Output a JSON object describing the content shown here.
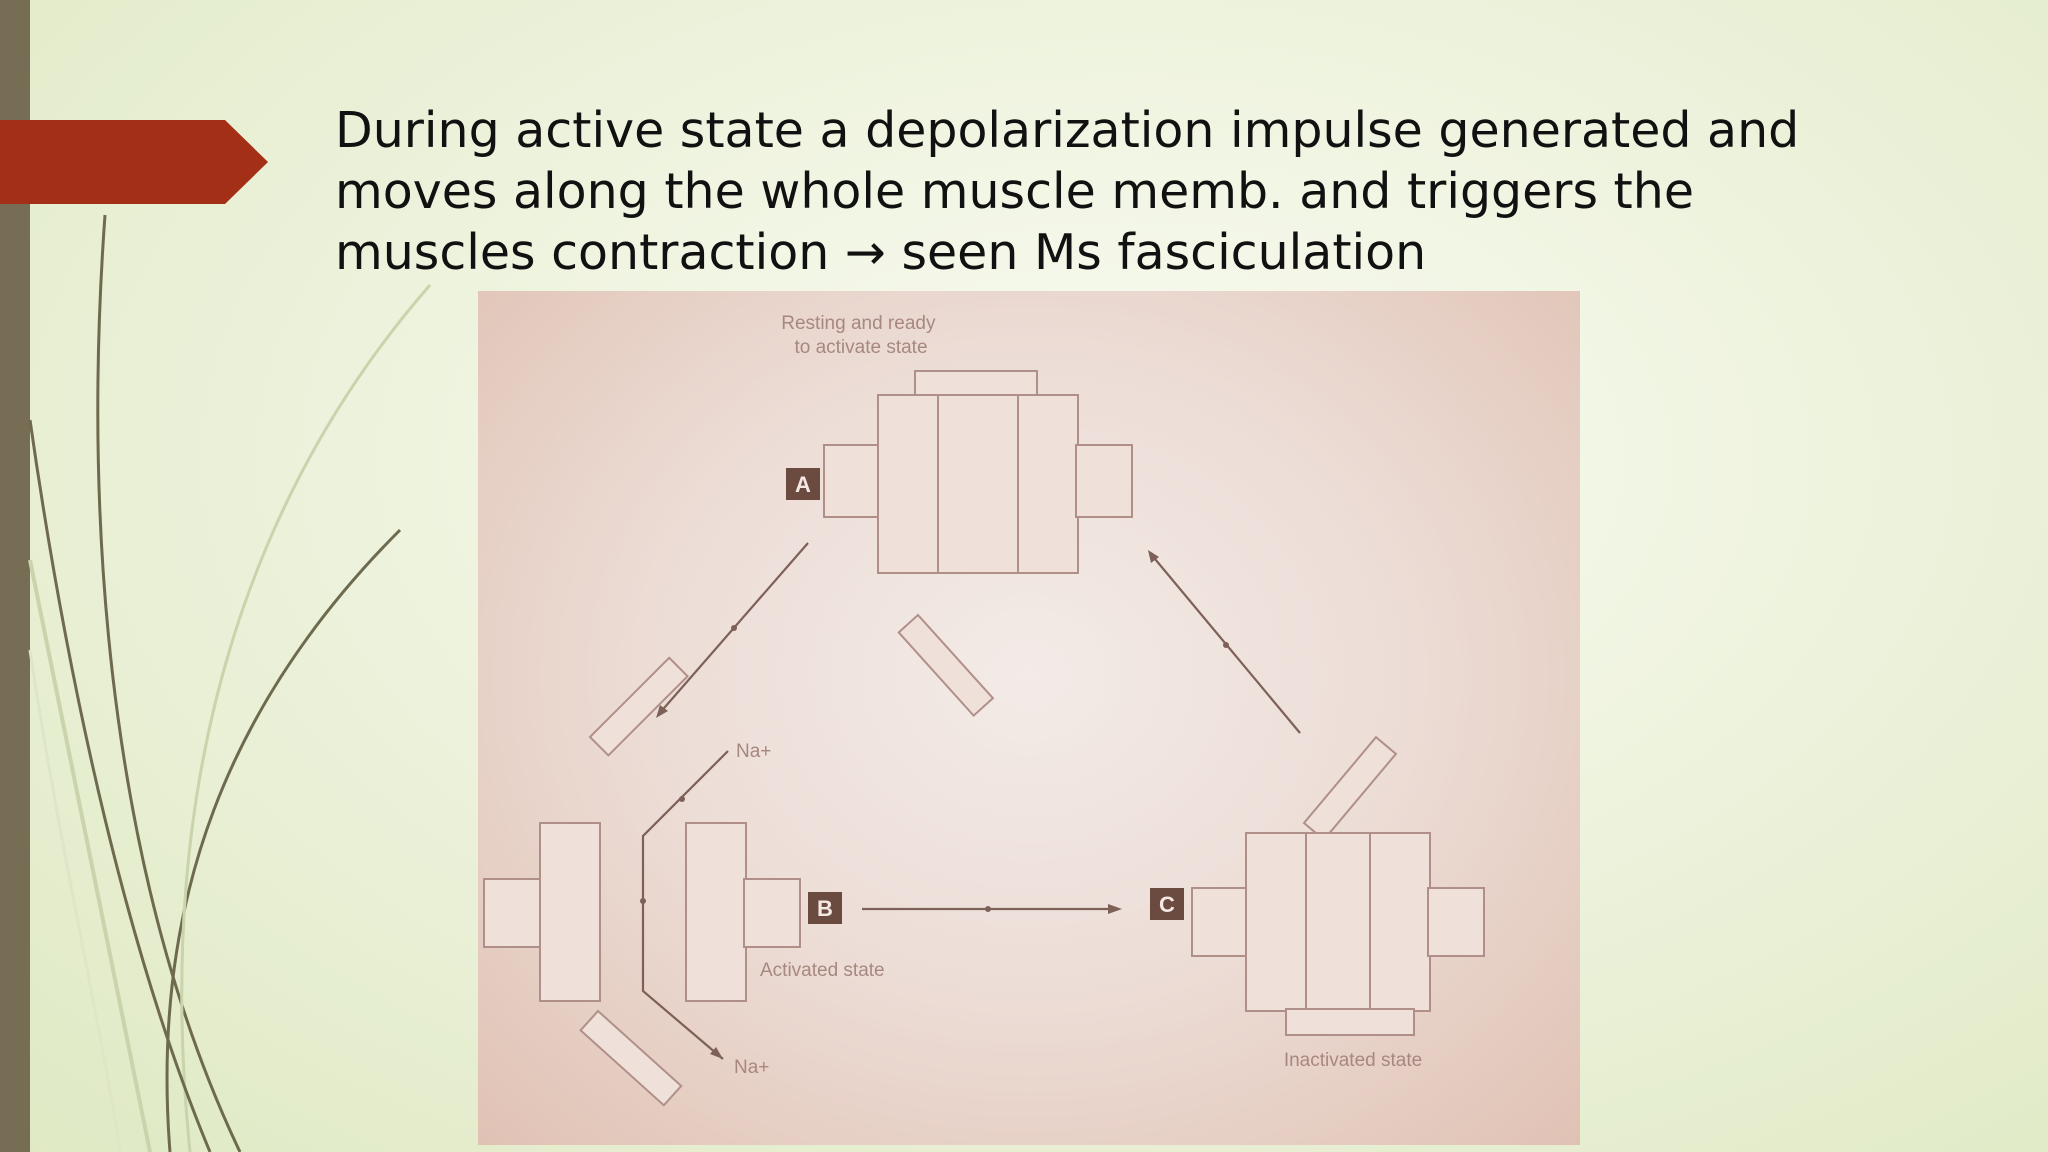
{
  "slide": {
    "body_text": "During active state a depolarization impulse generated and moves along the whole muscle memb. and triggers the muscles contraction → seen Ms fasciculation"
  },
  "diagram": {
    "states": {
      "resting": "Resting and ready to activate state",
      "activated": "Activated state",
      "inactivated": "Inactivated state"
    },
    "badges": {
      "a": "A",
      "b": "B",
      "c": "C"
    },
    "ions": {
      "na_top": "Na+",
      "na_bottom": "Na+"
    }
  },
  "colors": {
    "accent_marker": "#a32f17",
    "side_bar": "#776d55",
    "deco_lines": "#6e6a4e",
    "badge": "#6b4a40"
  }
}
